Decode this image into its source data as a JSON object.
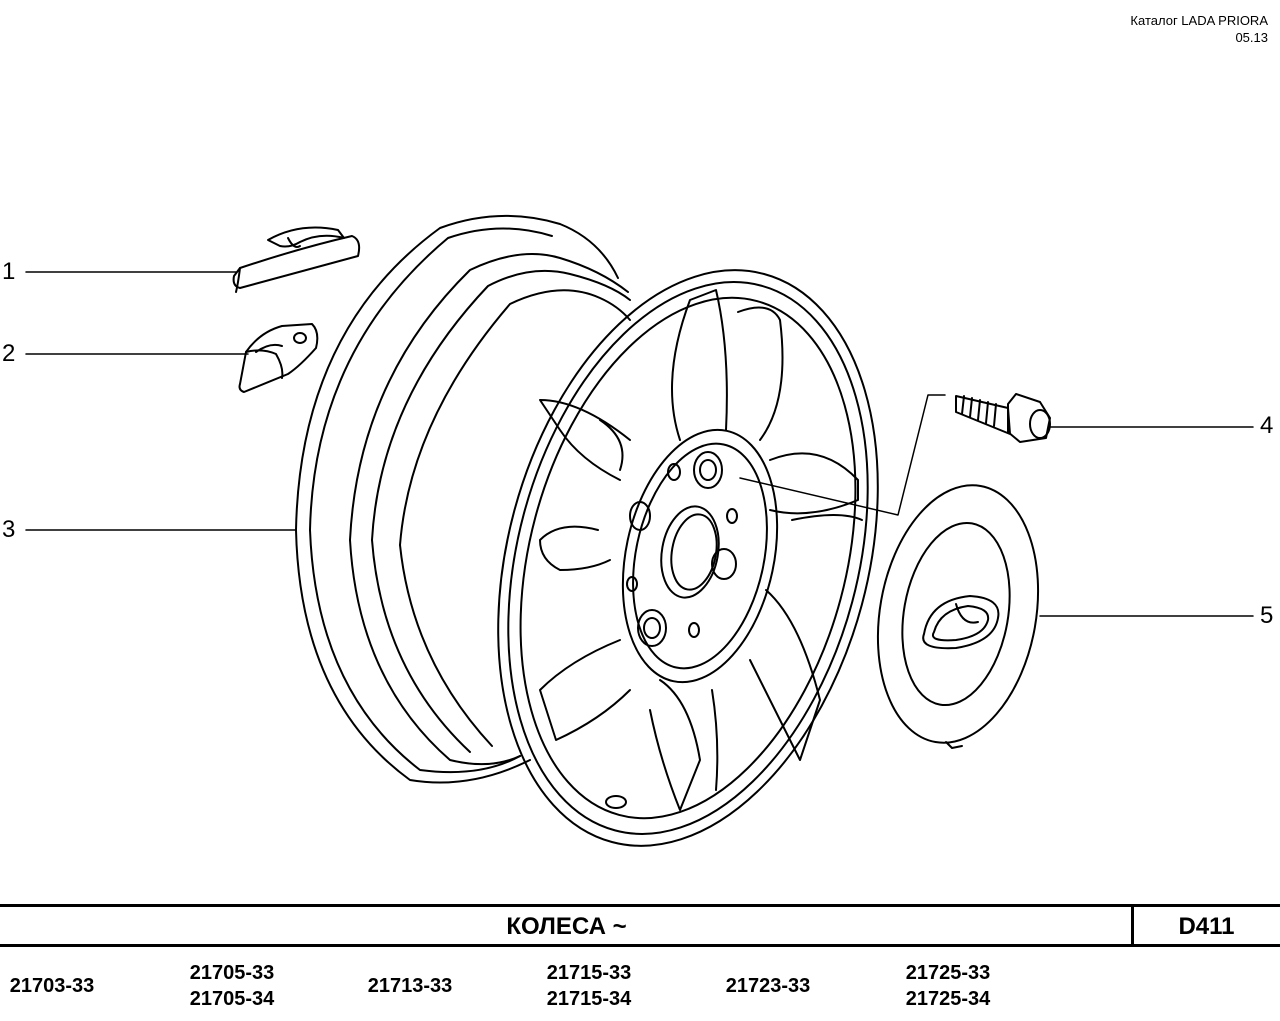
{
  "header": {
    "catalog": "Каталог  LADA  PRIORA",
    "date": "05.13"
  },
  "callouts": [
    {
      "num": "1"
    },
    {
      "num": "2"
    },
    {
      "num": "3"
    },
    {
      "num": "4"
    },
    {
      "num": "5"
    }
  ],
  "footer": {
    "title": "КОЛЕСА ~",
    "code": "D411",
    "models": [
      [
        "21703-33"
      ],
      [
        "21705-33",
        "21705-34"
      ],
      [
        "21713-33"
      ],
      [
        "21715-33",
        "21715-34"
      ],
      [
        "21723-33"
      ],
      [
        "21725-33",
        "21725-34"
      ]
    ]
  }
}
